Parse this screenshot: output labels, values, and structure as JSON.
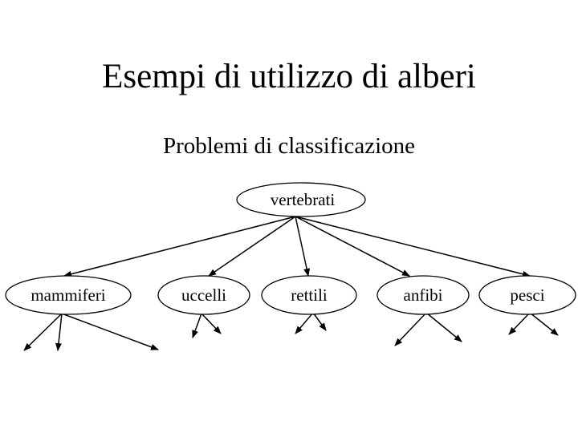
{
  "slide": {
    "title": "Esempi di utilizzo di alberi",
    "subtitle": "Problemi di classificazione"
  },
  "tree": {
    "root": "vertebrati",
    "children": [
      {
        "label": "mammiferi",
        "branch_count": 3
      },
      {
        "label": "uccelli",
        "branch_count": 2
      },
      {
        "label": "rettili",
        "branch_count": 2
      },
      {
        "label": "anfibi",
        "branch_count": 2
      },
      {
        "label": "pesci",
        "branch_count": 2
      }
    ]
  }
}
